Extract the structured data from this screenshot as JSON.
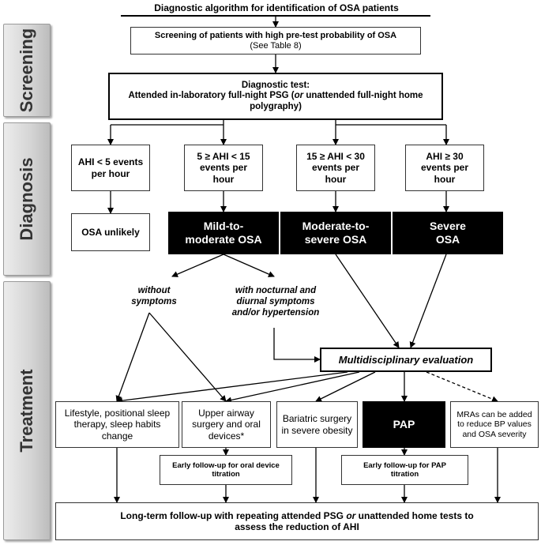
{
  "title": "Diagnostic algorithm for identification of OSA patients",
  "sections": {
    "screening": "Screening",
    "diagnosis": "Diagnosis",
    "treatment": "Treatment"
  },
  "screening_box": {
    "line1": "Screening of patients with high pre-test probability of OSA",
    "line2": "(See Table 8)"
  },
  "diagnostic_test": {
    "line1": "Diagnostic test:",
    "line2_a": "Attended in-laboratory full-night PSG (",
    "line2_or": "or",
    "line2_b": " unattended full-night home polygraphy)"
  },
  "ahi": [
    {
      "text": "AHI < 5 events per hour"
    },
    {
      "text": "5 ≥ AHI < 15 events per hour"
    },
    {
      "text": "15 ≥ AHI < 30 events per hour"
    },
    {
      "text": "AHI ≥ 30 events per hour"
    }
  ],
  "outcomes": {
    "unlikely": "OSA unlikely",
    "mild": "Mild-to-moderate OSA",
    "moderate": "Moderate-to-severe OSA",
    "severe": "Severe OSA"
  },
  "branch_labels": {
    "without": "without symptoms",
    "with": "with nocturnal and diurnal symptoms and/or hypertension"
  },
  "multidisciplinary": "Multidisciplinary evaluation",
  "treatments": {
    "lifestyle": "Lifestyle, positional sleep therapy, sleep habits change",
    "upper_airway": "Upper airway surgery and oral devices*",
    "bariatric": "Bariatric surgery in severe obesity",
    "pap": "PAP",
    "mra": "MRAs can be added to reduce BP values and OSA severity"
  },
  "followups": {
    "oral": "Early follow-up for oral device titration",
    "pap": "Early follow-up for PAP titration"
  },
  "long_term": {
    "part1": "Long-term follow-up with repeating attended PSG ",
    "or": "or",
    "part2": " unattended home tests to assess the reduction of AHI"
  }
}
